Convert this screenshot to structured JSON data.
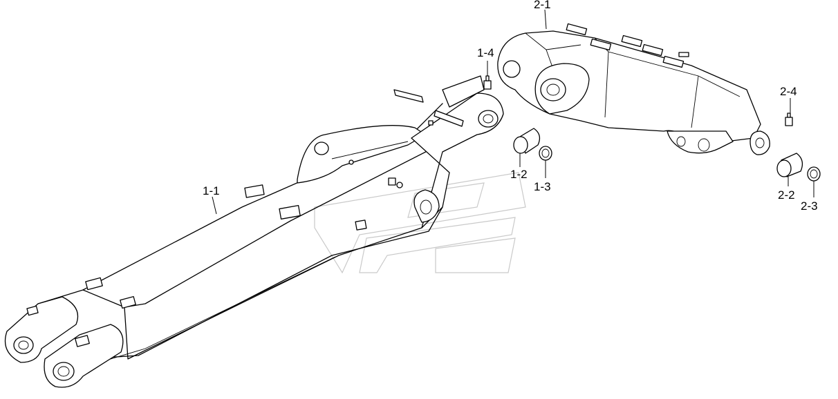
{
  "diagram": {
    "callouts": [
      {
        "id": "1-1",
        "label": "1-1"
      },
      {
        "id": "1-2",
        "label": "1-2"
      },
      {
        "id": "1-3",
        "label": "1-3"
      },
      {
        "id": "1-4",
        "label": "1-4"
      },
      {
        "id": "2-1",
        "label": "2-1"
      },
      {
        "id": "2-2",
        "label": "2-2"
      },
      {
        "id": "2-3",
        "label": "2-3"
      },
      {
        "id": "2-4",
        "label": "2-4"
      }
    ]
  },
  "colors": {
    "line": "#000000",
    "watermark": "#c9c9c9",
    "background": "#ffffff"
  }
}
